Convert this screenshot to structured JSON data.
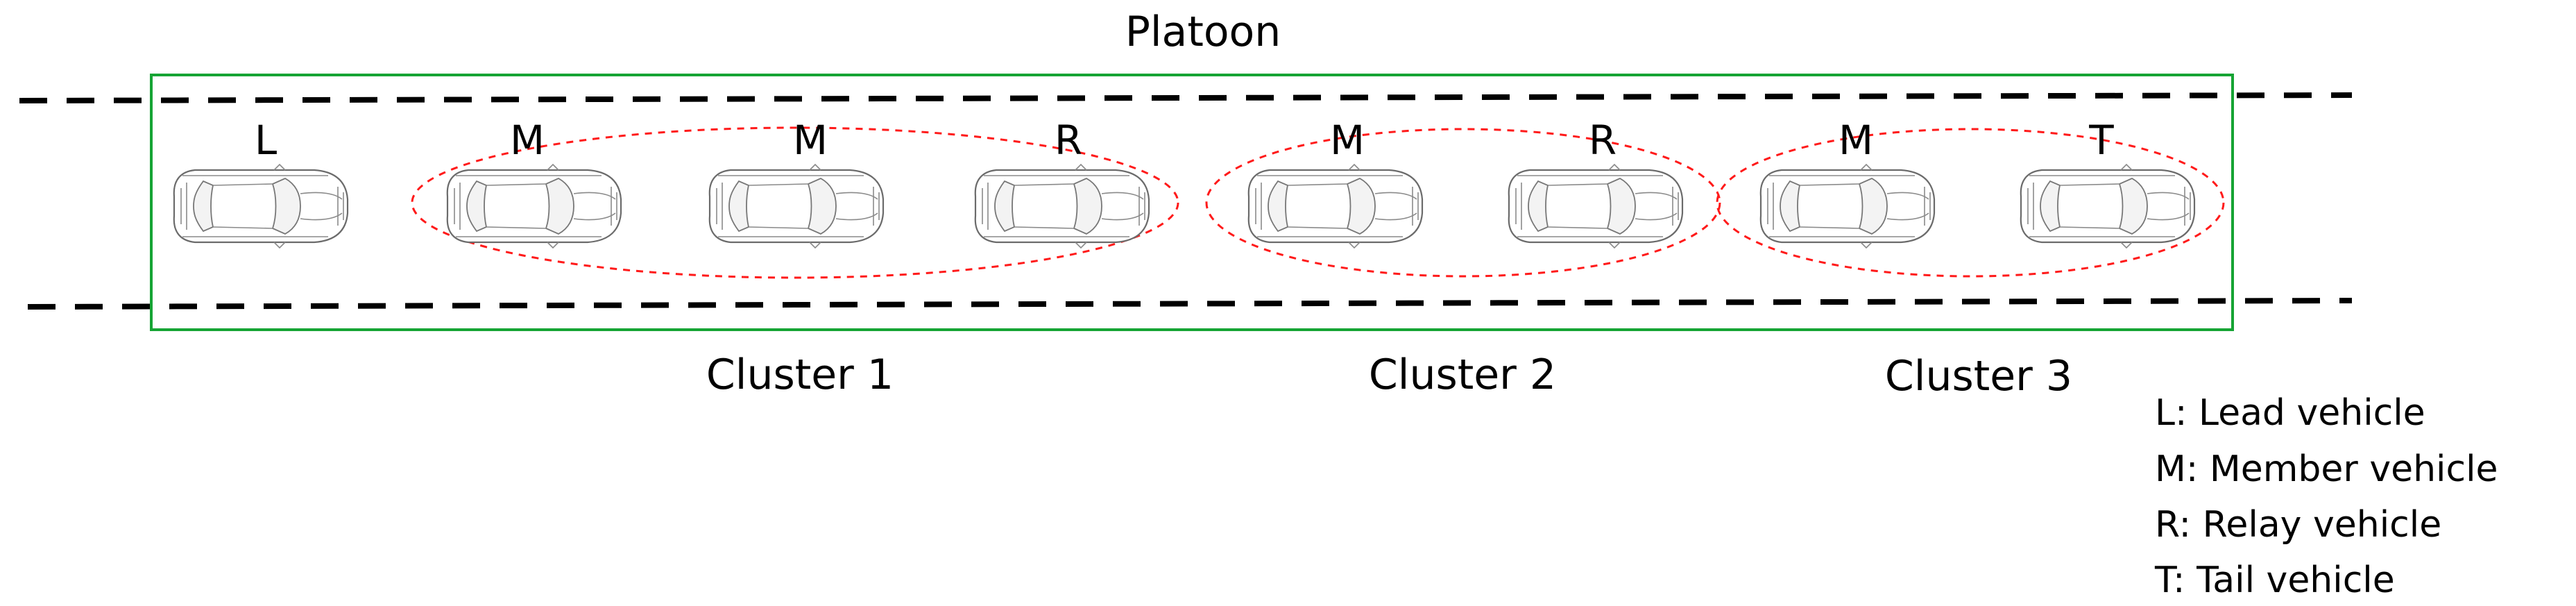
{
  "diagram": {
    "title": "Platoon",
    "vehicles": [
      {
        "role": "L"
      },
      {
        "role": "M"
      },
      {
        "role": "M"
      },
      {
        "role": "R"
      },
      {
        "role": "M"
      },
      {
        "role": "R"
      },
      {
        "role": "M"
      },
      {
        "role": "T"
      }
    ],
    "clusters": [
      {
        "label": "Cluster 1"
      },
      {
        "label": "Cluster 2"
      },
      {
        "label": "Cluster 3"
      }
    ],
    "legend": [
      "L: Lead vehicle",
      "M: Member vehicle",
      "R: Relay vehicle",
      "T: Tail vehicle"
    ],
    "colors": {
      "platoon_border": "#16a434",
      "cluster_border": "#ff1a1a",
      "road_marking": "#000000"
    }
  }
}
